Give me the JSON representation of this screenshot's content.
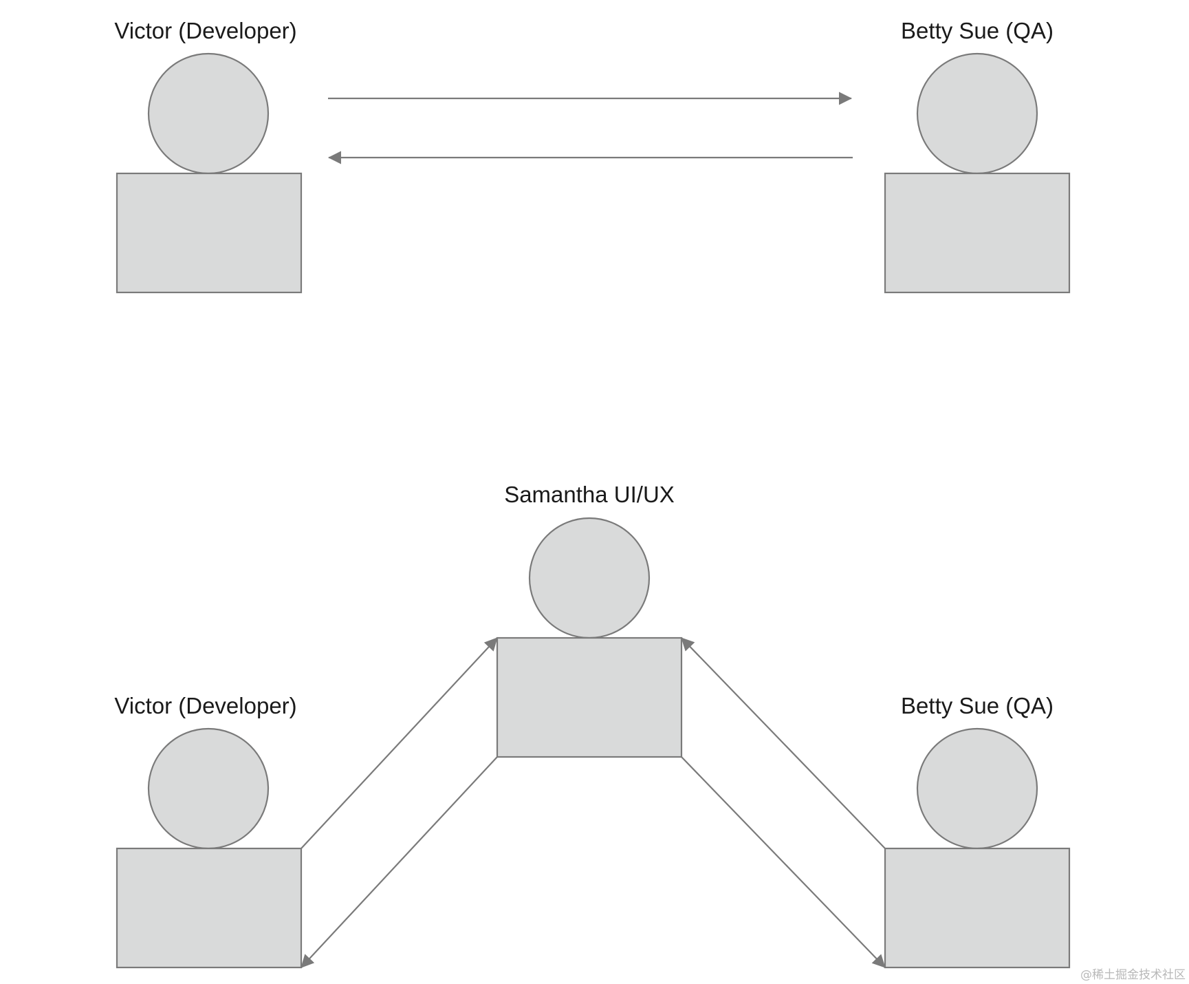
{
  "scenario_top": {
    "left_person": {
      "label": "Victor (Developer)"
    },
    "right_person": {
      "label": "Betty Sue (QA)"
    }
  },
  "scenario_bottom": {
    "center_person": {
      "label": "Samantha UI/UX"
    },
    "left_person": {
      "label": "Victor (Developer)"
    },
    "right_person": {
      "label": "Betty Sue (QA)"
    }
  },
  "watermark": "@稀土掘金技术社区",
  "colors": {
    "shape_fill": "#d9dada",
    "shape_stroke": "#7a7a7a",
    "text": "#1a1a1a",
    "arrow": "#7a7a7a"
  }
}
